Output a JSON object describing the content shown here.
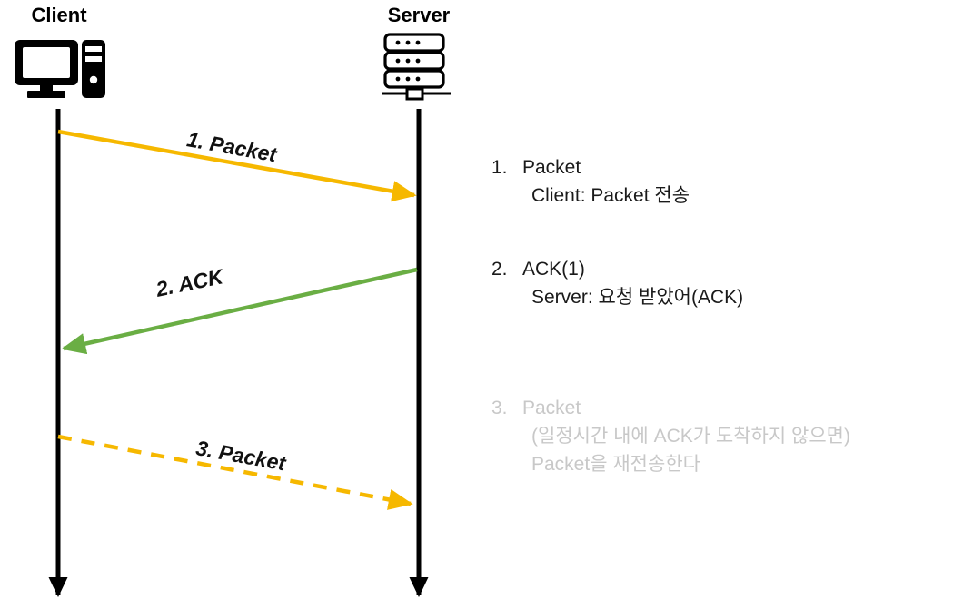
{
  "diagram": {
    "title_hidden": "",
    "actors": [
      {
        "id": "client",
        "label": "Client",
        "icon": "desktop-computer-icon"
      },
      {
        "id": "server",
        "label": "Server",
        "icon": "server-rack-icon"
      }
    ],
    "messages": [
      {
        "id": "packet-1",
        "label": "1. Packet",
        "from": "client",
        "to": "server",
        "color": "#F6B800",
        "style": "solid"
      },
      {
        "id": "ack-2",
        "label": "2. ACK",
        "from": "server",
        "to": "client",
        "color": "#6AAE44",
        "style": "solid"
      },
      {
        "id": "packet-3",
        "label": "3. Packet",
        "from": "client",
        "to": "server",
        "color": "#F6B800",
        "style": "dashed"
      }
    ],
    "lifeline_color": "#000000"
  },
  "notes": [
    {
      "id": "note-1",
      "number": "1.",
      "title": "Packet",
      "lines": [
        "Client: Packet 전송"
      ],
      "color": "#1a1a1a"
    },
    {
      "id": "note-2",
      "number": "2.",
      "title": "ACK(1)",
      "lines": [
        "Server: 요청 받았어(ACK)"
      ],
      "color": "#1a1a1a"
    },
    {
      "id": "note-3",
      "number": "3.",
      "title": "Packet",
      "lines": [
        "(일정시간 내에 ACK가 도착하지 않으면)",
        "Packet을 재전송한다"
      ],
      "color": "#c8c8c8"
    }
  ]
}
